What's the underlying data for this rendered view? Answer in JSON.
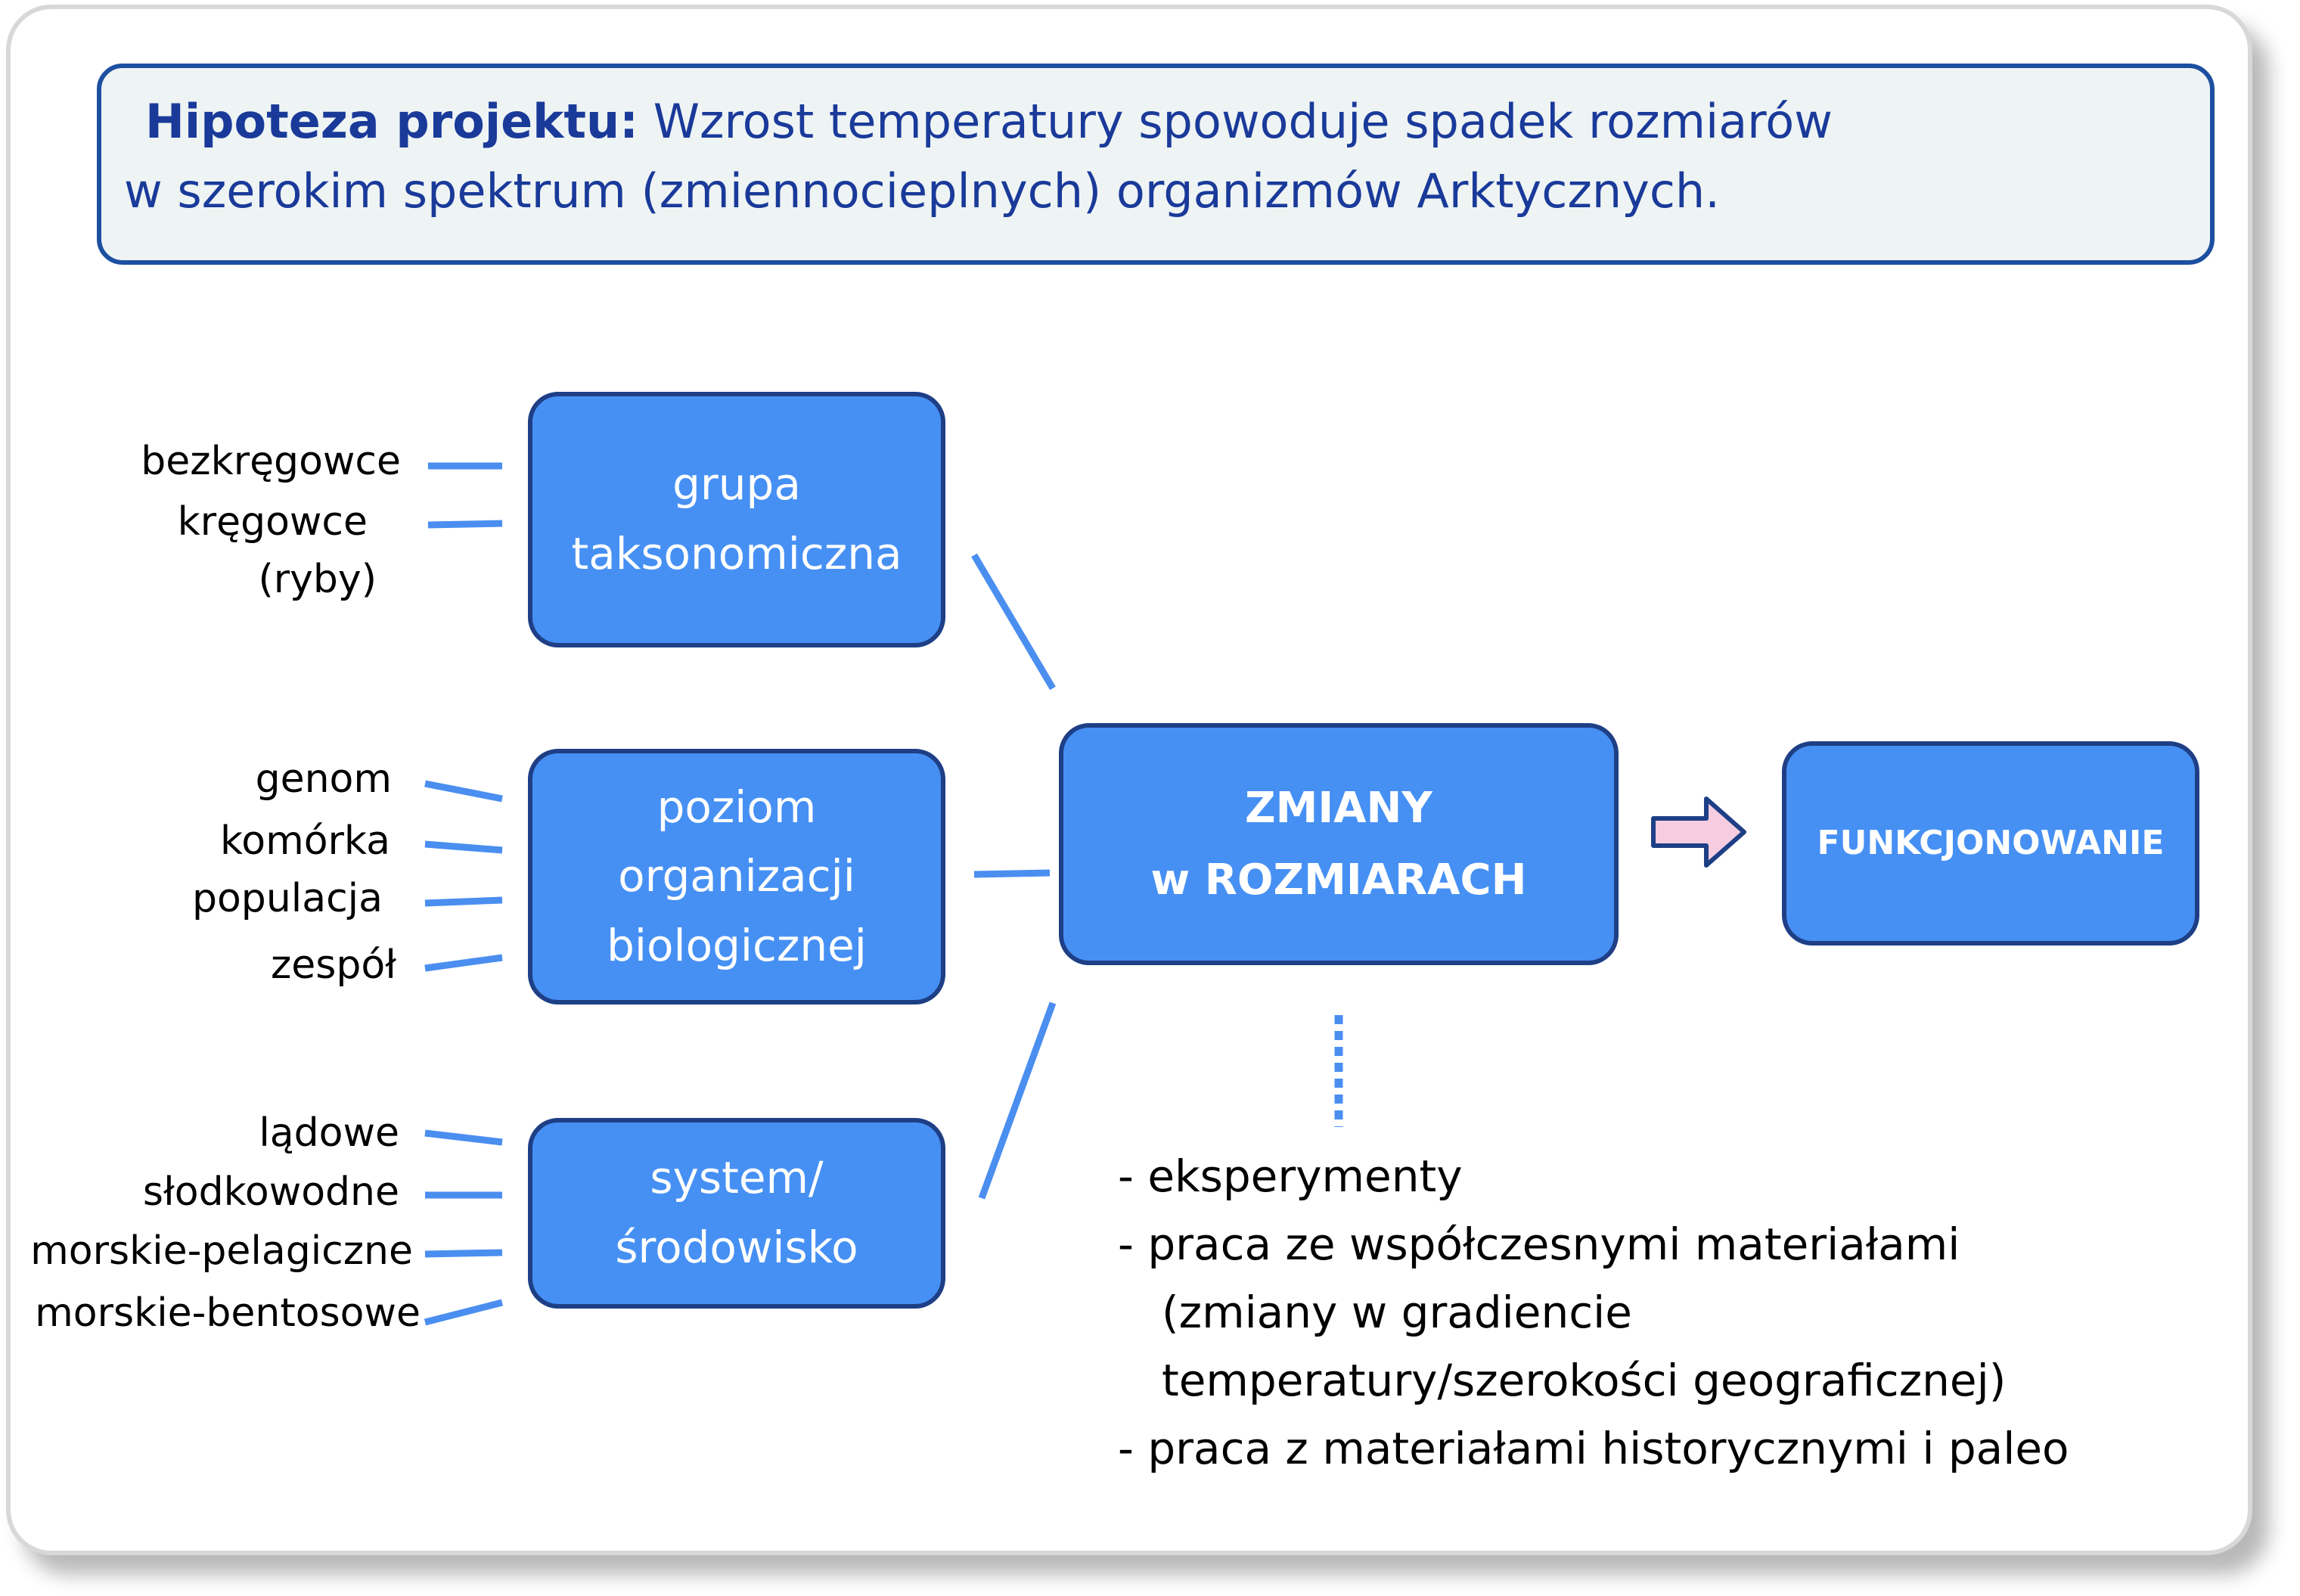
{
  "hypothesis": {
    "label": "Hipoteza projektu:",
    "line1": "Wzrost temperatury spowoduje spadek rozmiarów",
    "line2": "w szerokim spektrum (zmiennocieplnych) organizmów Arktycznych."
  },
  "boxes": {
    "taxonomic": "grupa\ntaksonomiczna",
    "organization": "poziom\norganizacji\nbiologicznej",
    "system": "system/\nśrodowisko",
    "changes": "ZMIANY\nw ROZMIARACH",
    "functioning": "FUNKCJONOWANIE"
  },
  "taxonomic_items": [
    "bezkręgowce",
    "kręgowce",
    "(ryby)"
  ],
  "organization_items": [
    "genom",
    "komórka",
    "populacja",
    "zespół"
  ],
  "system_items": [
    "lądowe",
    "słodkowodne",
    "morskie-pelagiczne",
    "morskie-bentosowe"
  ],
  "methods": [
    "- eksperymenty",
    "- praca ze współczesnymi materiałami",
    "(zmiany w gradiencie",
    "temperatury/szerokości geograficznej)",
    "-  praca z materiałami historycznymi i paleo"
  ],
  "colors": {
    "box_fill": "#4690f4",
    "box_border": "#1e3f86",
    "connector": "#4a8ef0",
    "hypothesis_text": "#1a3a9a",
    "arrow_fill": "#f6cde0",
    "arrow_border": "#1e3f86"
  }
}
